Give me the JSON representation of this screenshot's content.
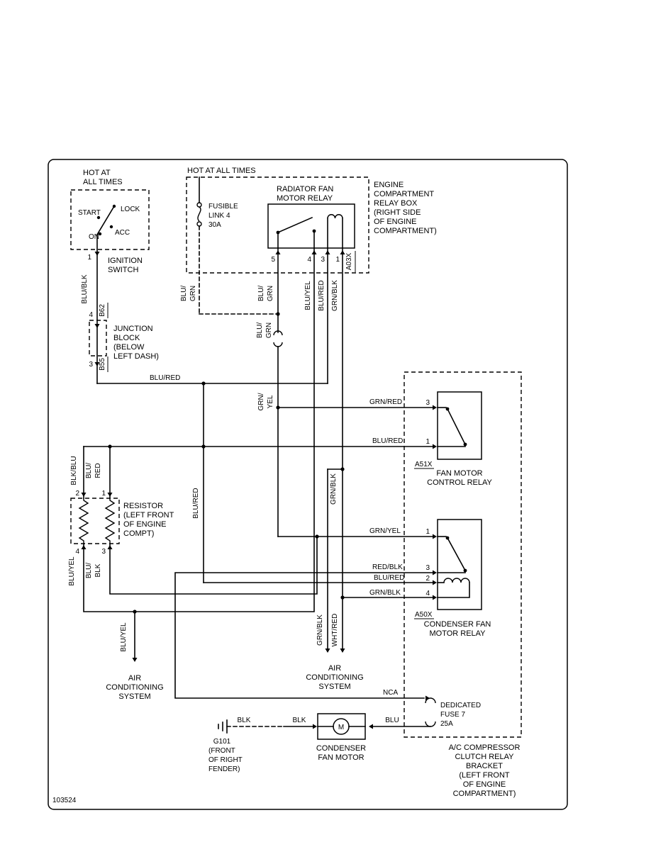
{
  "figure_number": "103524",
  "colors": {
    "ink": "#000000",
    "paper": "#ffffff"
  },
  "ignition_switch": {
    "hot_label": [
      "HOT AT",
      "ALL TIMES"
    ],
    "positions": {
      "start": "START",
      "lock": "LOCK",
      "on": "ON",
      "acc": "ACC"
    },
    "pin": "1",
    "name": [
      "IGNITION",
      "SWITCH"
    ],
    "wire": "BLU/BLK"
  },
  "junction_block": {
    "pin_top": "4",
    "connector_top": "B62",
    "pin_bottom": "3",
    "connector_bottom": "B55",
    "name": [
      "JUNCTION",
      "BLOCK",
      "(BELOW",
      "LEFT DASH)"
    ],
    "wire_out": "BLU/RED"
  },
  "relay_box": {
    "hot_label": "HOT AT ALL TIMES",
    "fusible_link": [
      "FUSIBLE",
      "LINK 4",
      "30A"
    ],
    "fusible_wire": [
      "BLU/",
      "GRN"
    ],
    "radiator_relay": [
      "RADIATOR FAN",
      "MOTOR RELAY"
    ],
    "name": [
      "ENGINE",
      "COMPARTMENT",
      "RELAY BOX",
      "(RIGHT SIDE",
      "OF ENGINE",
      "COMPARTMENT)"
    ],
    "connector": "A03X",
    "pin5": "5",
    "pin4": "4",
    "pin3": "3",
    "pin1": "1",
    "wire_pin5": [
      "BLU/",
      "GRN"
    ],
    "wire_pin4": "BLU/YEL",
    "wire_pin3": "BLU/RED",
    "wire_pin1": "GRN/BLK",
    "wire_connector": [
      "BLU/",
      "GRN"
    ],
    "wire_pin5_lower": [
      "GRN/",
      "YEL"
    ]
  },
  "fan_motor_control_relay": {
    "name": [
      "FAN MOTOR",
      "CONTROL RELAY"
    ],
    "connector": "A51X",
    "pin3": "3",
    "pin1": "1",
    "wire_pin3": "GRN/RED",
    "wire_pin1": "BLU/RED"
  },
  "condenser_fan_motor_relay": {
    "name": [
      "CONDENSER FAN",
      "MOTOR RELAY"
    ],
    "connector": "A50X",
    "pin1": "1",
    "pin3": "3",
    "pin2": "2",
    "pin4": "4",
    "wire_pin1": "GRN/YEL",
    "wire_pin3": "RED/BLK",
    "wire_pin2": "BLU/RED",
    "wire_pin4": "GRN/BLK"
  },
  "resistor": {
    "name": [
      "RESISTOR",
      "(LEFT FRONT",
      "OF ENGINE",
      "COMPT)"
    ],
    "pin2": "2",
    "pin1": "1",
    "pin4": "4",
    "pin3": "3",
    "wire_pin2": "BLK/BLU",
    "wire_pin1": [
      "BLU/",
      "RED"
    ],
    "wire_pin4": "BLU/YEL",
    "wire_pin3": [
      "BLU/",
      "BLK"
    ]
  },
  "junction_wires": {
    "blu_red_trunk": "BLU/RED",
    "grn_blk_branch": "GRN/BLK"
  },
  "ac_system_left": {
    "wire": "BLU/YEL",
    "name": [
      "AIR",
      "CONDITIONING",
      "SYSTEM"
    ]
  },
  "ac_system_center": {
    "wire_left": "GRN/BLK",
    "wire_right": "WHT/RED",
    "name": [
      "AIR",
      "CONDITIONING",
      "SYSTEM"
    ]
  },
  "dedicated_fuse": {
    "wire_in": "NCA",
    "name": [
      "DEDICATED",
      "FUSE 7",
      "25A"
    ]
  },
  "condenser_fan_motor": {
    "name": [
      "CONDENSER",
      "FAN MOTOR"
    ],
    "motor_symbol": "M",
    "wire_ground": "BLK",
    "wire_left": "BLK",
    "wire_right": "BLU"
  },
  "ground": {
    "name": "G101",
    "location": [
      "(FRONT",
      "OF RIGHT",
      "FENDER)"
    ]
  },
  "bracket_label": [
    "A/C COMPRESSOR",
    "CLUTCH RELAY",
    "BRACKET",
    "(LEFT FRONT",
    "OF ENGINE",
    "COMPARTMENT)"
  ]
}
